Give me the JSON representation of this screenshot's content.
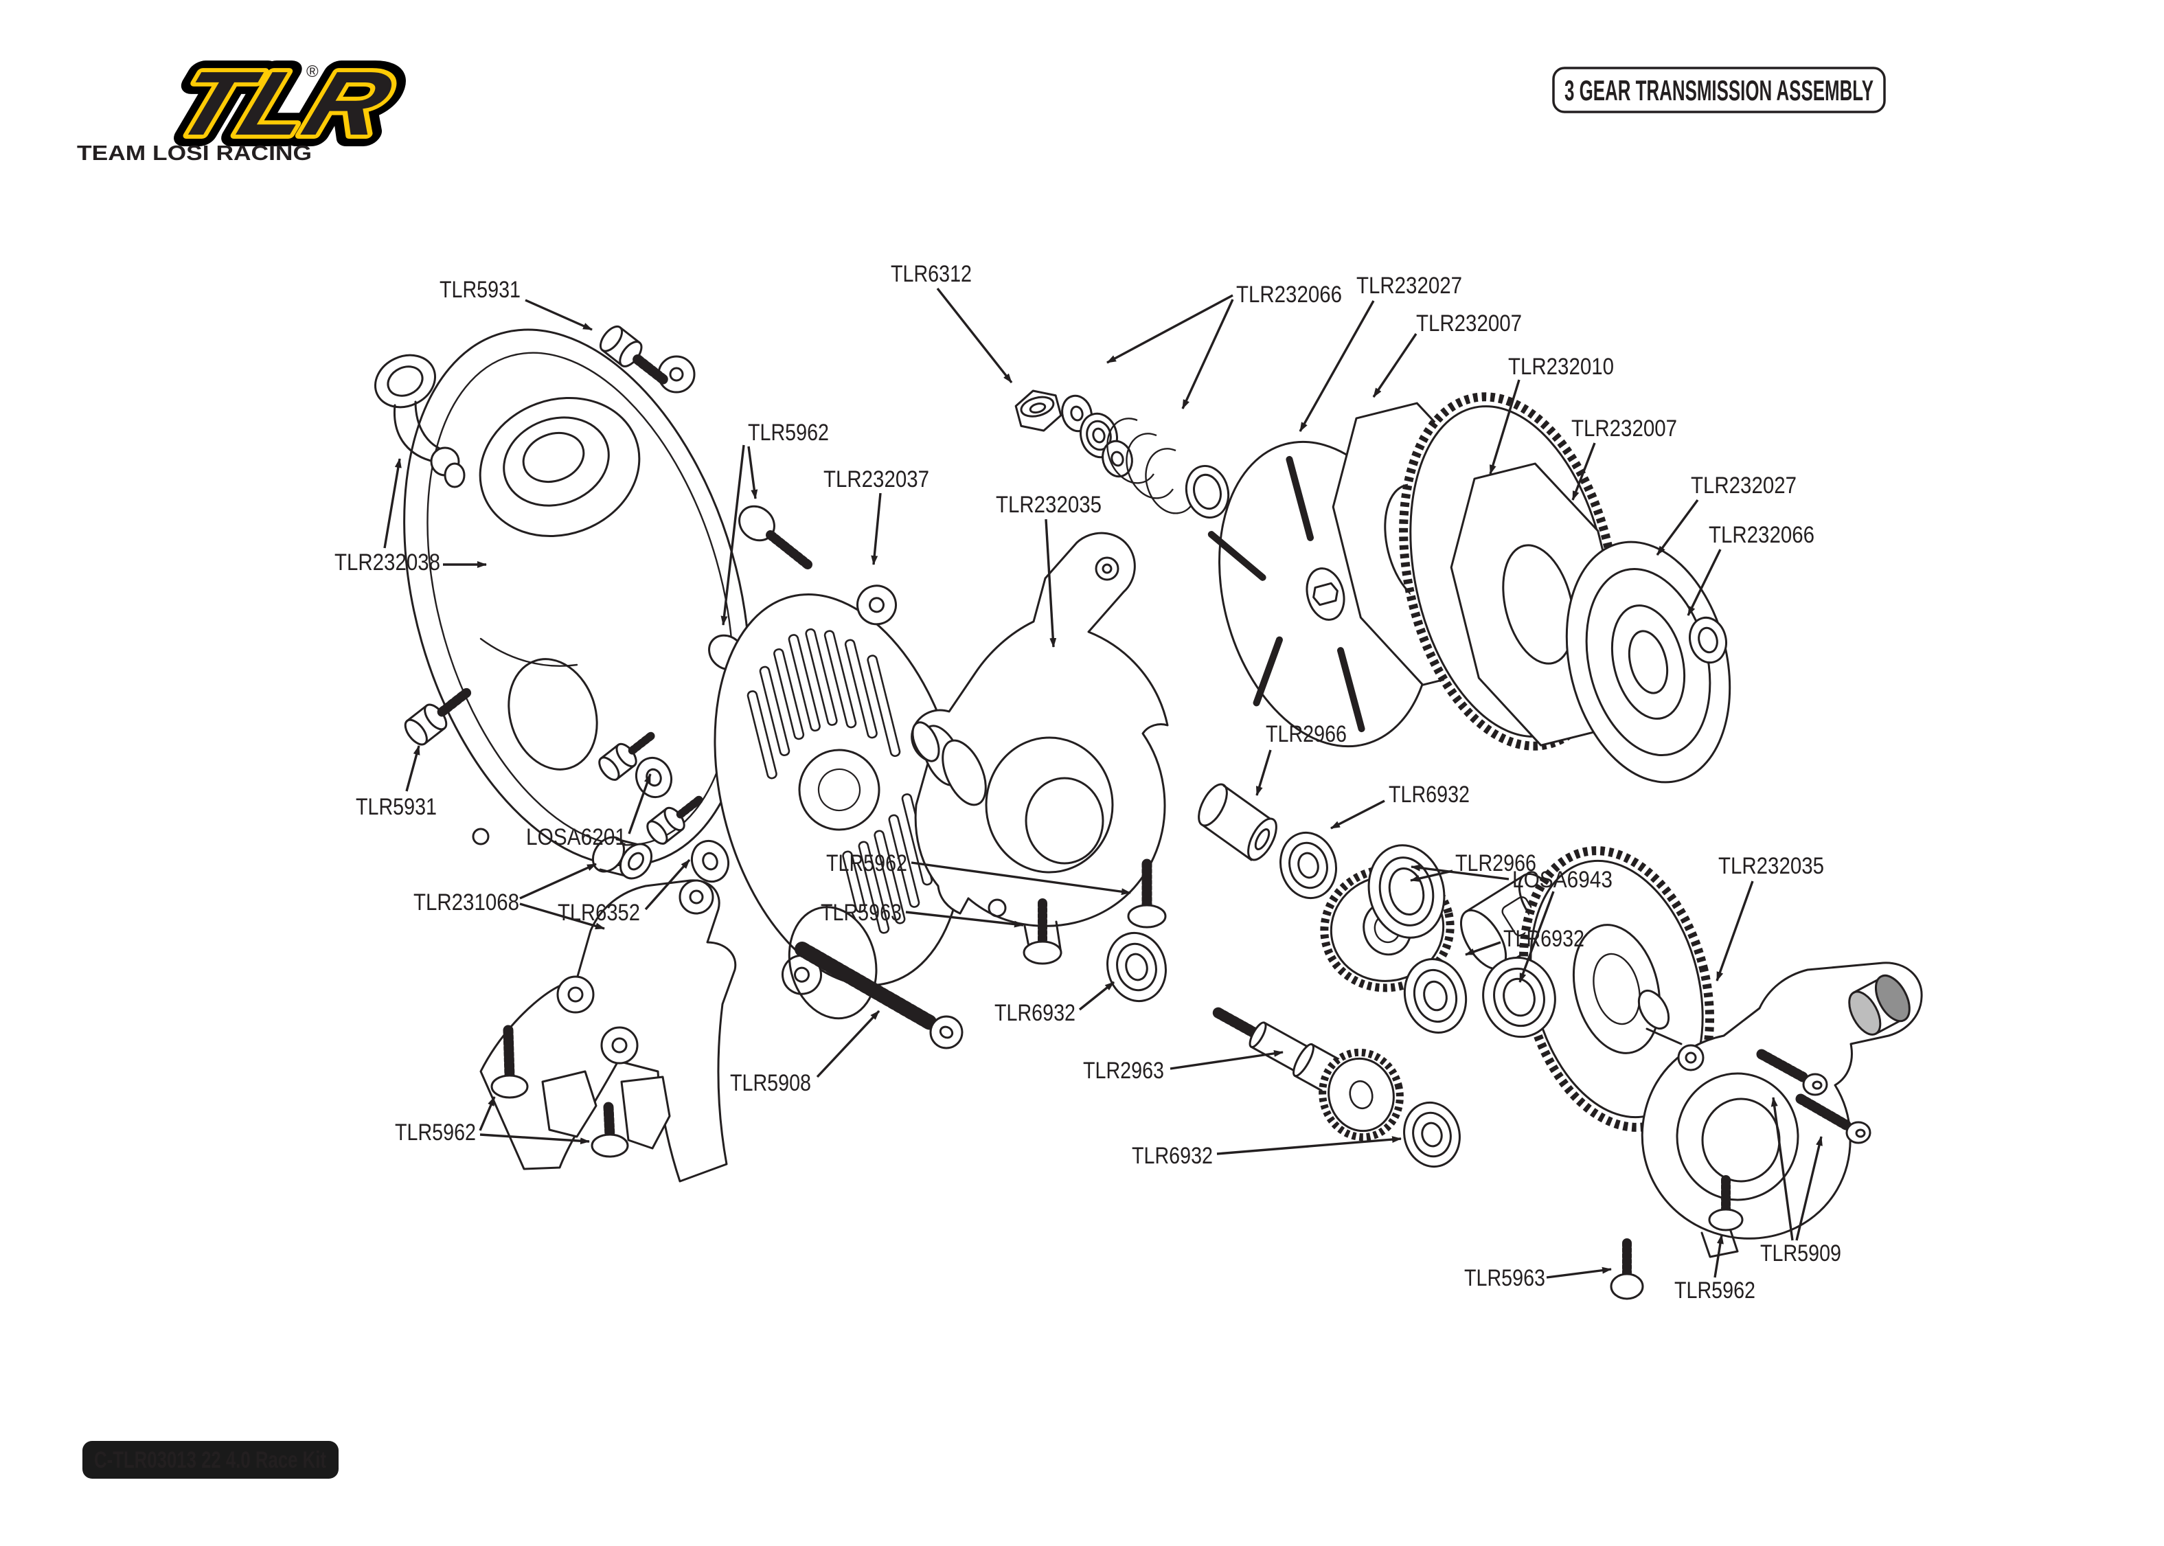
{
  "header": {
    "logo": {
      "acronym": "TLR",
      "registered": "®",
      "wordmark": "TEAM LOSI RACING"
    },
    "title": "3 GEAR TRANSMISSION ASSEMBLY"
  },
  "footer": {
    "kit_label": "C-TLR03013 22 4.0 Race Kit"
  },
  "colors": {
    "ink": "#231f20",
    "brand_yellow": "#ffcb05",
    "badge_bg": "#1a1a1a",
    "paper": "#ffffff"
  },
  "diagram": {
    "labels": {
      "tlr5931_top": "TLR5931",
      "tlr232038": "TLR232038",
      "tlr5931_lower": "TLR5931",
      "losa6201": "LOSA6201",
      "tlr6352": "TLR6352",
      "tlr5962_upper": "TLR5962",
      "tlr232037": "TLR232037",
      "tlr6312": "TLR6312",
      "tlr232066_top": "TLR232066",
      "tlr232027_top": "TLR232027",
      "tlr232007_first": "TLR232007",
      "tlr232010": "TLR232010",
      "tlr232007_second": "TLR232007",
      "tlr232027_right": "TLR232027",
      "tlr232066_right": "TLR232066",
      "tlr232035_left": "TLR232035",
      "tlr2966_pin": "TLR2966",
      "tlr6932_first": "TLR6932",
      "tlr2966_gear": "TLR2966",
      "tlr6932_second": "TLR6932",
      "losa6943": "LOSA6943",
      "tlr232035_right": "TLR232035",
      "tlr231068": "TLR231068",
      "tlr5962_mid": "TLR5962",
      "tlr5963_mid": "TLR5963",
      "tlr5908": "TLR5908",
      "tlr6932_third": "TLR6932",
      "tlr2963": "TLR2963",
      "tlr6932_fourth": "TLR6932",
      "tlr5962_bottom_left": "TLR5962",
      "tlr5963_bottom_right": "TLR5963",
      "tlr5962_bottom_right": "TLR5962",
      "tlr5909": "TLR5909"
    }
  }
}
